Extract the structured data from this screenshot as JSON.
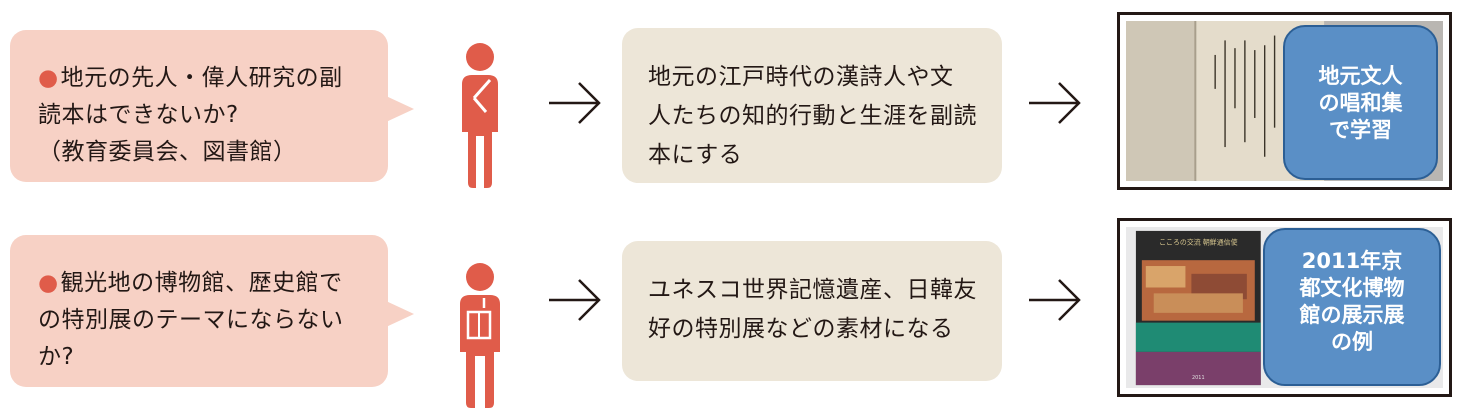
{
  "rows": [
    {
      "bubble": {
        "bullet": "●",
        "lines": [
          "地元の先人・偉人研究の副",
          "読本はできないか?",
          "（教育委員会、図書館）"
        ]
      },
      "box": {
        "lines": [
          "地元の江戸時代の漢詩人や文",
          "人たちの知的行動と生涯を副読",
          "本にする"
        ]
      },
      "callout": {
        "lines": [
          "地元文人",
          "の唱和集",
          "で学習"
        ]
      }
    },
    {
      "bubble": {
        "bullet": "●",
        "lines": [
          "観光地の博物館、歴史館で",
          "の特別展のテーマにならない",
          "か?"
        ]
      },
      "box": {
        "lines": [
          "ユネスコ世界記憶遺産、日韓友",
          "好の特別展などの素材になる"
        ]
      },
      "callout": {
        "lines": [
          "2011年京",
          "都文化博物",
          "館の展示展",
          "の例"
        ]
      },
      "catalog_cover": {
        "title": "こころの交流 朝鮮通信使",
        "footer": "2011"
      }
    }
  ],
  "colors": {
    "bubble_fill": "#f7d1c5",
    "box_fill": "#ede6d8",
    "person": "#e05c4a",
    "callout_fill": "#5a8fc6"
  }
}
